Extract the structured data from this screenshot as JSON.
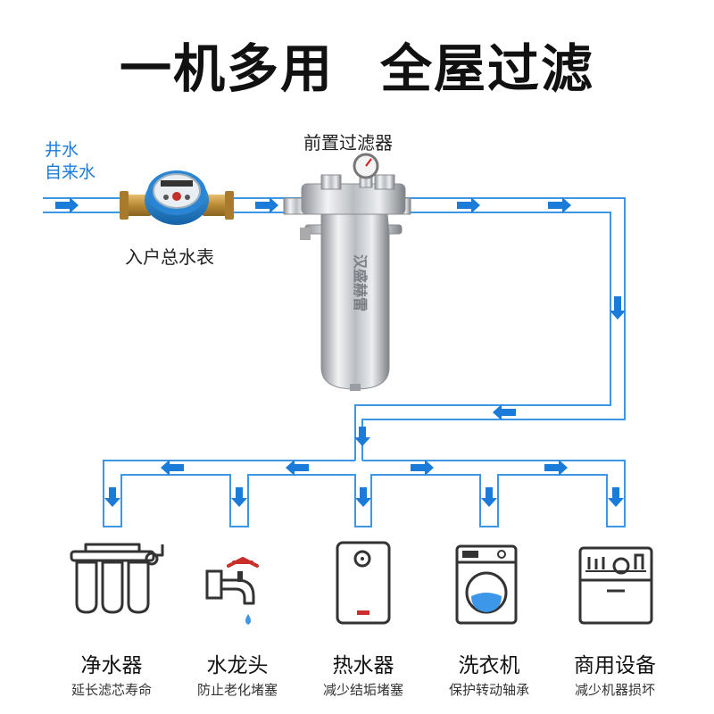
{
  "title": {
    "part1": "一机多用",
    "part2": "全屋过滤"
  },
  "sources": [
    "井水",
    "自来水"
  ],
  "meter_label": "入户总水表",
  "filter_label": "前置过滤器",
  "filter_brand": "汉盛赫雷",
  "colors": {
    "pipe": "#3d97e8",
    "arrow": "#1a7bd9",
    "accent": "#1a7bd9"
  },
  "devices": [
    {
      "name": "净水器",
      "desc": "延长滤芯寿命",
      "icon": "ro-purifier-icon"
    },
    {
      "name": "水龙头",
      "desc": "防止老化堵塞",
      "icon": "faucet-icon"
    },
    {
      "name": "热水器",
      "desc": "减少结垢堵塞",
      "icon": "water-heater-icon"
    },
    {
      "name": "洗衣机",
      "desc": "保护转动轴承",
      "icon": "washing-machine-icon"
    },
    {
      "name": "商用设备",
      "desc": "减少机器损坏",
      "icon": "dishwasher-icon"
    }
  ]
}
